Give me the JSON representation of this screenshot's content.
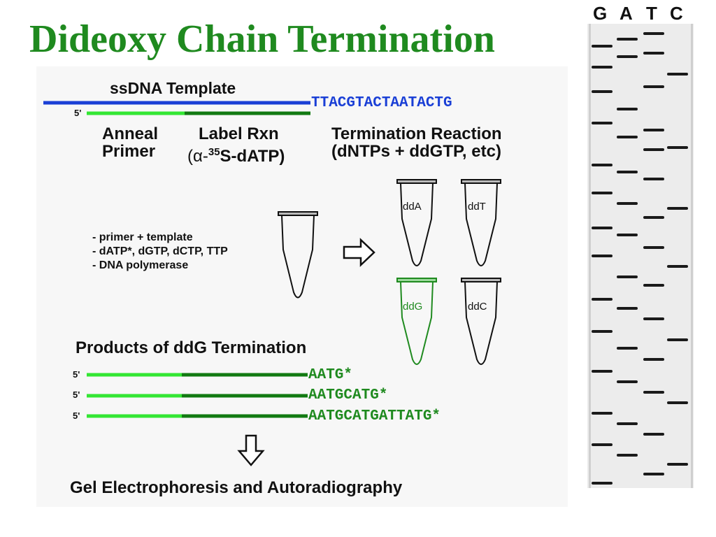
{
  "title": "Dideoxy Chain Termination",
  "template": {
    "label": "ssDNA Template",
    "five_prime": "5'",
    "sequence": "TTACGTACTAATACTG"
  },
  "steps": {
    "anneal_line1": "Anneal",
    "anneal_line2": "Primer",
    "label_line1": "Label Rxn",
    "label_line2_prefix": "(α-",
    "label_line2_sup": "35",
    "label_line2_suffix": "S-dATP)",
    "term_line1": "Termination Reaction",
    "term_line2": "(dNTPs + ddGTP, etc)"
  },
  "mix_items": [
    "- primer + template",
    "- dATP*, dGTP, dCTP, TTP",
    "- DNA polymerase"
  ],
  "tubes": [
    "ddA",
    "ddT",
    "ddG",
    "ddC"
  ],
  "products": {
    "heading": "Products of ddG Termination",
    "five_prime": "5'",
    "items": [
      "AATG*",
      "AATGCATG*",
      "AATGCATGATTATG*"
    ]
  },
  "final_step": "Gel Electrophoresis and Autoradiography",
  "gel": {
    "lanes": [
      "G",
      "A",
      "T",
      "C"
    ]
  },
  "colors": {
    "title": "#1f8a1f",
    "template_strand": "#1a3fd6",
    "primer_light": "#33e633",
    "primer_dark": "#127a12",
    "dd_green": "#1f8a1f",
    "template_seq": "#1a3fd6"
  }
}
